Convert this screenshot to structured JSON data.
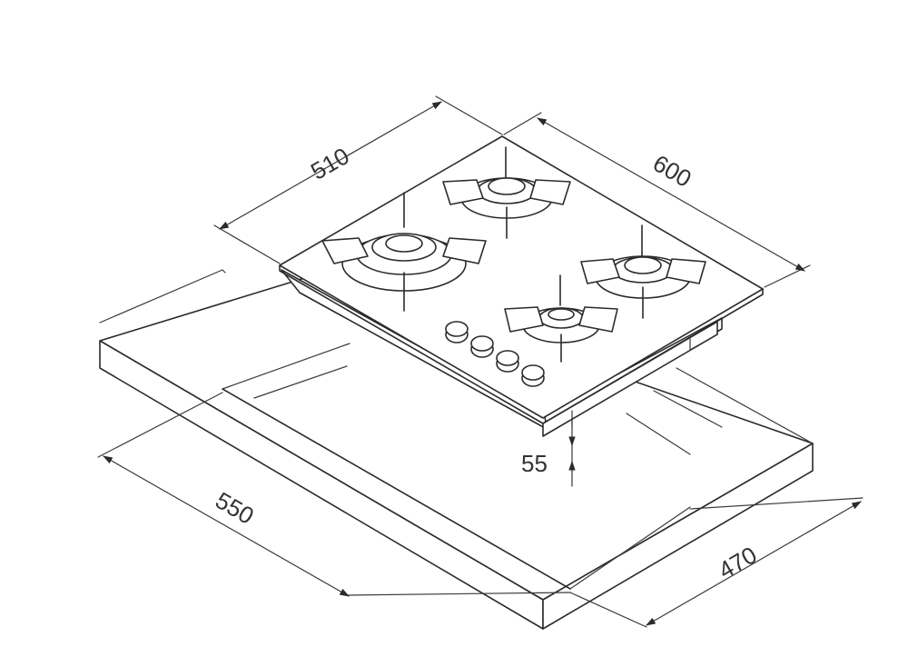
{
  "dimensions": {
    "hob_depth": "510",
    "hob_width": "600",
    "hob_height": "55",
    "cutout_width": "550",
    "cutout_depth": "470"
  },
  "colors": {
    "line": "#2b2b2b",
    "text": "#333333",
    "background": "#ffffff"
  }
}
